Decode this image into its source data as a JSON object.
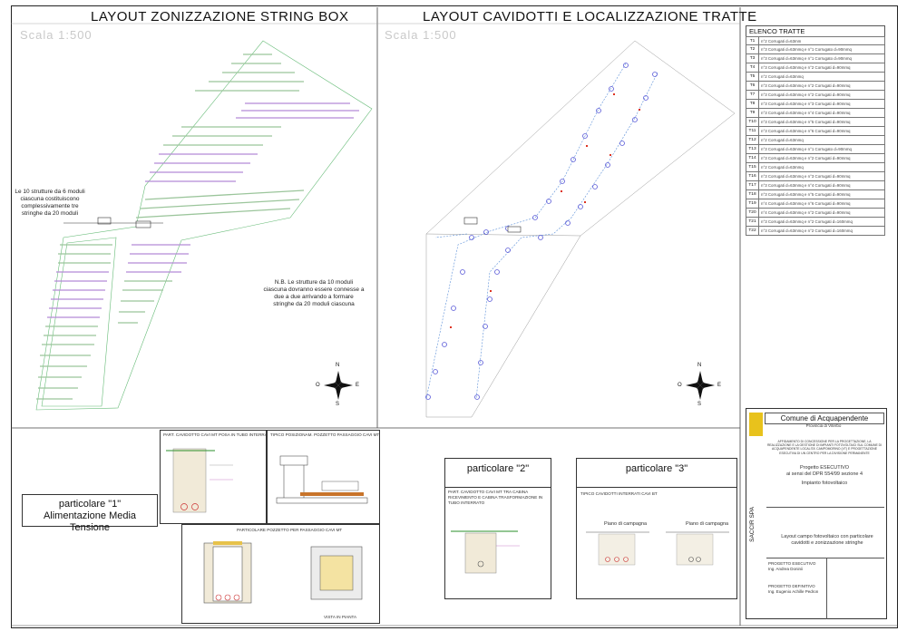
{
  "sheet": {
    "title_left": "LAYOUT ZONIZZAZIONE STRING BOX",
    "title_right": "LAYOUT CAVIDOTTI E LOCALIZZAZIONE TRATTE",
    "scale_left": "Scala 1:500",
    "scale_right": "Scala 1:500",
    "note_strings": "Le 10 strutture da 6 moduli ciascuna costituiscono complessivamente tre stringhe da 20 moduli",
    "note_nb": "N.B. Le strutture da 10 moduli ciascuna dovranno essere connesse a due a due arrivando a formare stringhe da 20 moduli ciascuna",
    "compass": {
      "n": "N",
      "s": "S",
      "e": "E",
      "o": "O"
    }
  },
  "elenco": {
    "title": "ELENCO TRATTE",
    "rows": [
      {
        "id": "T1",
        "desc": "n°2 Corrugati d=63mm"
      },
      {
        "id": "T2",
        "desc": "n°3 Corrugati d=63mmq e n°1 Corrugato d=90mmq"
      },
      {
        "id": "T3",
        "desc": "n°3 Corrugati d=63mmq e n°1 Corrugato d=90mmq"
      },
      {
        "id": "T4",
        "desc": "n°3 Corrugati d=63mmq e n°2 Corrugati d=90mmq"
      },
      {
        "id": "T5",
        "desc": "n°2 Corrugati d=63mmq"
      },
      {
        "id": "T6",
        "desc": "n°3 Corrugati d=63mmq e n°2 Corrugati d=90mmq"
      },
      {
        "id": "T7",
        "desc": "n°3 Corrugati d=63mmq e n°2 Corrugati d=90mmq"
      },
      {
        "id": "T8",
        "desc": "n°3 Corrugati d=63mmq e n°3 Corrugati d=90mmq"
      },
      {
        "id": "T9",
        "desc": "n°3 Corrugati d=63mmq e n°4 Corrugati d=90mmq"
      },
      {
        "id": "T10",
        "desc": "n°3 Corrugati d=63mmq e n°5 Corrugati d=90mmq"
      },
      {
        "id": "T11",
        "desc": "n°3 Corrugati d=63mmq e n°6 Corrugati d=90mmq"
      },
      {
        "id": "T12",
        "desc": "n°2 Corrugati d=63mmq"
      },
      {
        "id": "T13",
        "desc": "n°3 Corrugati d=63mmq e n°1 Corrugato d=90mmq"
      },
      {
        "id": "T14",
        "desc": "n°3 Corrugati d=63mmq e n°2 Corrugati d=90mmq"
      },
      {
        "id": "T15",
        "desc": "n°2 Corrugati d=63mmq"
      },
      {
        "id": "T16",
        "desc": "n°3 Corrugati d=63mmq e n°3 Corrugati d=90mmq"
      },
      {
        "id": "T17",
        "desc": "n°3 Corrugati d=63mmq e n°4 Corrugati d=90mmq"
      },
      {
        "id": "T18",
        "desc": "n°3 Corrugati d=63mmq e n°5 Corrugati d=90mmq"
      },
      {
        "id": "T19",
        "desc": "n°4 Corrugati d=63mmq e n°6 Corrugati d=90mmq"
      },
      {
        "id": "T20",
        "desc": "n°4 Corrugati d=63mmq e n°2 Corrugati d=90mmq"
      },
      {
        "id": "T21",
        "desc": "n°3 Corrugati d=63mmq e n°2 Corrugati d=160mmq"
      },
      {
        "id": "T22",
        "desc": "n°3 Corrugati d=63mmq e n°2 Corrugati d=160mmq"
      }
    ]
  },
  "details": {
    "p1_label_a": "particolare \"1\"",
    "p1_label_b": "Alimentazione Media Tensione",
    "p1_cavidotto": "PART. CAVIDOTTO CAVI MT POSA IN TUBO INTERRATO",
    "p1_pozzetto_tipico": "TIPICO POSIZIONAM. POZZETTO PASSAGGIO CAVI MT",
    "p1_pozzetto_part": "PARTICOLARE POZZETTO PER PASSAGGIO CAVI MT",
    "p1_vista": "VISTA IN PIANTA",
    "p2_label": "particolare \"2\"",
    "p2_title": "PART. CAVIDOTTO CAVI MT TRA CABINA RICEVIMENTO E CABINA TRASFORMAZIONE IN TUBO INTERRATO",
    "p3_label": "particolare \"3\"",
    "p3_title": "TIPICO CAVIDOTTI INTERRATI CAVI BT",
    "piano_a": "Piano di campagna",
    "piano_b": "Piano di campagna"
  },
  "titleblock": {
    "comune": "Comune di Acquapendente",
    "provincia": "Provincia di Viterbo",
    "oggetto": "AFFIDAMENTO DI CONCESSIONE PER LA PROGETTAZIONE, LA REALIZZAZIONE E LA GESTIONE DI IMPIANTI FOTOVOLTAICI SUL COMUNE DI ACQUAPENDENTE LOCALITA' CAMPOMORINO (VT) E PROGETTAZIONE ESECUTIVA DI UN CENTRO PER LA DIVISIONE PERMANENTE",
    "progetto_a": "Progetto ESECUTIVO",
    "progetto_b": "ai sensi del DPR 554/99 sezione 4",
    "impianto": "Impianto fotovoltaico",
    "company": "SACCIR SPA",
    "descrizione": "Layout campo fotovoltaico con particolare cavidotti e zonizzazione stringhe",
    "progettista_label": "PROGETTO ESECUTIVO",
    "progettista_name": "Ing. Andrea Doninii",
    "progettista2_label": "PROGETTO DEFINITIVO",
    "progettista2_name": "Ing. Eugenio Achille Pedron",
    "brand_color": "#e8c21c"
  }
}
